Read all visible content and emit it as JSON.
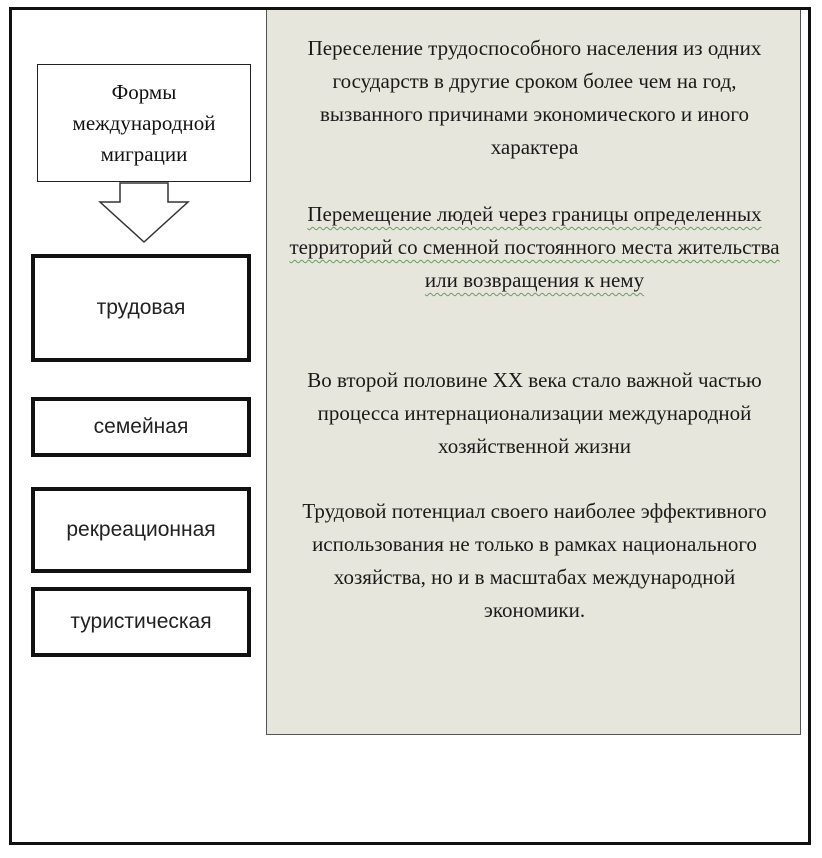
{
  "diagram": {
    "header_lines": [
      "Формы",
      "международной",
      "миграции"
    ],
    "forms": [
      {
        "label": "трудовая"
      },
      {
        "label": "семейная"
      },
      {
        "label": "рекреационная"
      },
      {
        "label": "туристическая"
      }
    ],
    "definitions": [
      "Переселение трудоспособного населения из одних государств в другие сроком более чем на год, вызванного причинами экономического и иного характера",
      "Перемещение людей через границы определенных территорий со сменной постоянного места жительства или возвращения к нему",
      "Во второй половине XX века стало важной частью процесса интернационализации международной хозяйственной жизни",
      "Трудовой потенциал своего наиболее эффективного использования не только в рамках национального хозяйства, но и в масштабах международной экономики."
    ]
  }
}
